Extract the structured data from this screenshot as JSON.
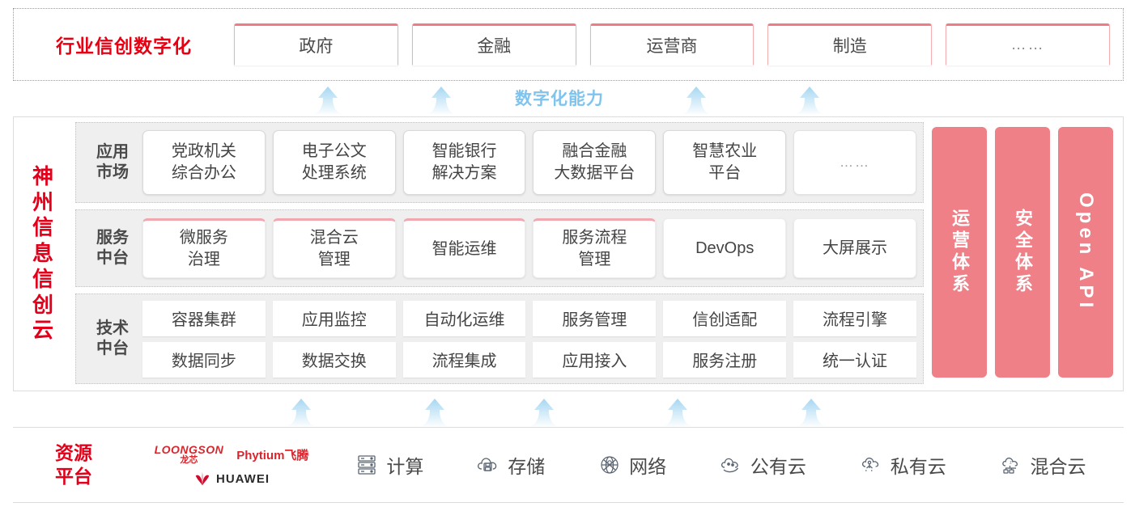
{
  "industry": {
    "title": "行业信创数字化",
    "cards": [
      "政府",
      "金融",
      "运营商",
      "制造",
      "……"
    ]
  },
  "capability": {
    "label": "数字化能力"
  },
  "cloud": {
    "title_chars": [
      "神",
      "州",
      "信",
      "息",
      "信",
      "创",
      "云"
    ],
    "layers": [
      {
        "label_lines": [
          "应用",
          "市场"
        ],
        "items": [
          {
            "lines": [
              "党政机关",
              "综合办公"
            ]
          },
          {
            "lines": [
              "电子公文",
              "处理系统"
            ]
          },
          {
            "lines": [
              "智能银行",
              "解决方案"
            ]
          },
          {
            "lines": [
              "融合金融",
              "大数据平台"
            ]
          },
          {
            "lines": [
              "智慧农业",
              "平台"
            ]
          },
          {
            "lines": [
              "……"
            ],
            "ellipsis": true
          }
        ]
      },
      {
        "label_lines": [
          "服务",
          "中台"
        ],
        "items": [
          {
            "lines": [
              "微服务",
              "治理"
            ]
          },
          {
            "lines": [
              "混合云",
              "管理"
            ]
          },
          {
            "lines": [
              "智能运维"
            ]
          },
          {
            "lines": [
              "服务流程",
              "管理"
            ]
          },
          {
            "lines": [
              "DevOps"
            ]
          },
          {
            "lines": [
              "大屏展示"
            ]
          }
        ]
      },
      {
        "label_lines": [
          "技术",
          "中台"
        ],
        "row1": [
          "容器集群",
          "应用监控",
          "自动化运维",
          "服务管理",
          "信创适配",
          "流程引擎"
        ],
        "row2": [
          "数据同步",
          "数据交换",
          "流程集成",
          "应用接入",
          "服务注册",
          "统一认证"
        ]
      }
    ],
    "side_panels": [
      {
        "text": "运营体系",
        "latin": false
      },
      {
        "text": "安全体系",
        "latin": false
      },
      {
        "text": "Open API",
        "latin": true
      }
    ]
  },
  "resource": {
    "title_lines": [
      "资源",
      "平台"
    ],
    "vendors": [
      {
        "name": "LOONGSON",
        "sub": "龙芯"
      },
      {
        "name": "Phytium飞腾"
      },
      {
        "name": "HUAWEI"
      }
    ],
    "items": [
      {
        "icon": "server-icon",
        "label": "计算"
      },
      {
        "icon": "cloud-storage-icon",
        "label": "存储"
      },
      {
        "icon": "network-globe-icon",
        "label": "网络"
      },
      {
        "icon": "public-cloud-icon",
        "label": "公有云"
      },
      {
        "icon": "private-cloud-icon",
        "label": "私有云"
      },
      {
        "icon": "hybrid-cloud-icon",
        "label": "混合云"
      }
    ]
  },
  "colors": {
    "brand_red": "#e2001a",
    "pink_panel": "#ef8087",
    "pink_accent": "#f2a6ad",
    "arrow_blue": "#bfe2f7",
    "capability_blue": "#7ec4ef"
  },
  "arrows": {
    "top_x": [
      388,
      528,
      843,
      983
    ],
    "bottom_x": [
      355,
      520,
      655,
      820,
      985
    ]
  }
}
